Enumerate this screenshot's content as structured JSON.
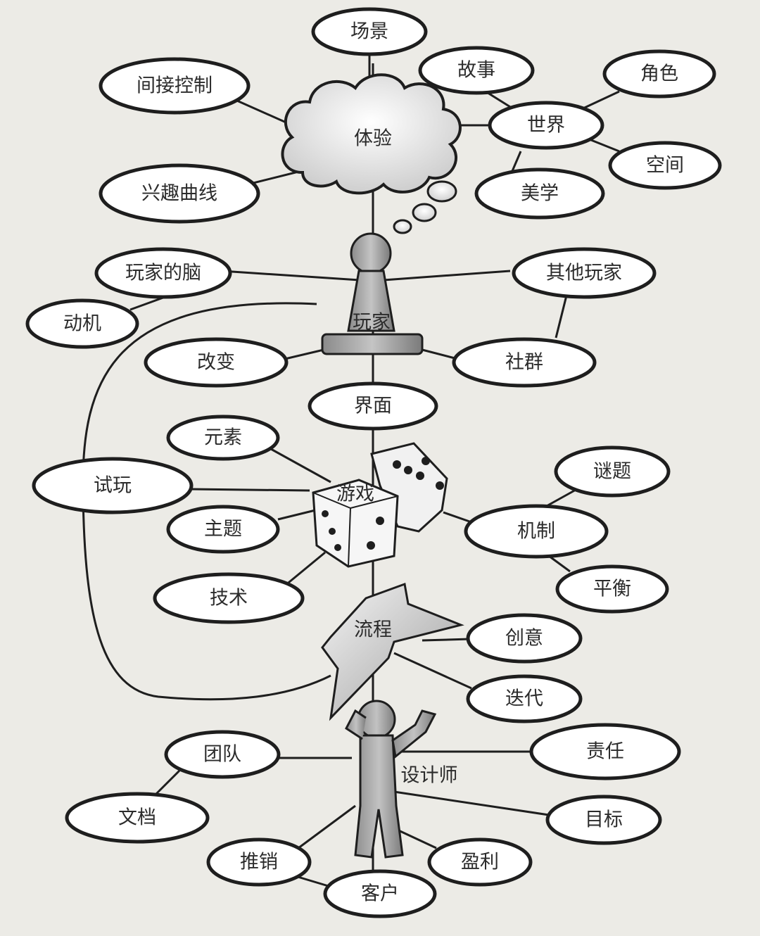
{
  "nodes": {
    "experience": "体验",
    "scene": "场景",
    "indirect_control": "间接控制",
    "story": "故事",
    "character": "角色",
    "world": "世界",
    "space": "空间",
    "aesthetics": "美学",
    "interest_curve": "兴趣曲线",
    "player": "玩家",
    "player_brain": "玩家的脑",
    "other_players": "其他玩家",
    "motivation": "动机",
    "change": "改变",
    "community": "社群",
    "interface": "界面",
    "elements": "元素",
    "playtest": "试玩",
    "game": "游戏",
    "puzzle": "谜题",
    "theme": "主题",
    "mechanics": "机制",
    "technology": "技术",
    "balance": "平衡",
    "process": "流程",
    "creativity": "创意",
    "iteration": "迭代",
    "team": "团队",
    "responsibility": "责任",
    "designer": "设计师",
    "documentation": "文档",
    "goals": "目标",
    "marketing": "推销",
    "profit": "盈利",
    "client": "客户"
  }
}
